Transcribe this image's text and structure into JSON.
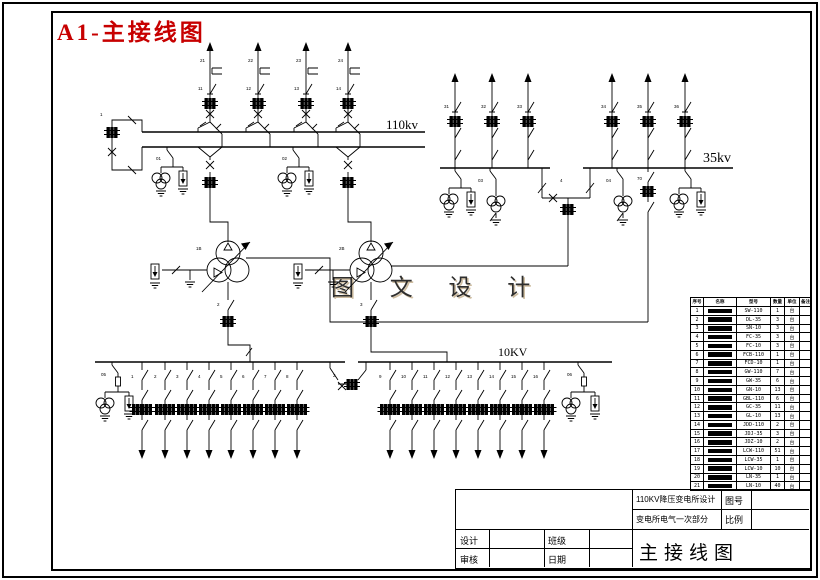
{
  "sheet": {
    "corner_title": "A1-主接线图",
    "watermark": "图 文 设 计"
  },
  "diagram": {
    "bus_110_label": "110kv",
    "bus_35_label": "35kv",
    "bus_10_label": "10KV"
  },
  "title_block": {
    "project_line1": "110KV降压变电所设计",
    "project_line2": "变电所电气一次部分",
    "drawing_no_label": "图号",
    "scale_label": "比例",
    "design_label": "设计",
    "review_label": "审核",
    "class_label": "班级",
    "date_label": "日期",
    "drawing_title": "主接线图",
    "drawing_no_value": "",
    "scale_value": "",
    "design_value": "",
    "review_value": "",
    "class_value": "",
    "date_value": ""
  },
  "equipment_table": {
    "columns": [
      "序号",
      "名称",
      "型号",
      "数量",
      "单位",
      "备注"
    ],
    "rows": [
      {
        "no": "1",
        "model": "SW-110",
        "qty": "1",
        "unit": "台",
        "notes": ""
      },
      {
        "no": "2",
        "model": "DL-35",
        "qty": "3",
        "unit": "台",
        "notes": ""
      },
      {
        "no": "3",
        "model": "SN-10",
        "qty": "3",
        "unit": "台",
        "notes": ""
      },
      {
        "no": "4",
        "model": "FC-35",
        "qty": "3",
        "unit": "台",
        "notes": ""
      },
      {
        "no": "5",
        "model": "FC-10",
        "qty": "3",
        "unit": "台",
        "notes": ""
      },
      {
        "no": "6",
        "model": "FCB-110",
        "qty": "1",
        "unit": "台",
        "notes": ""
      },
      {
        "no": "7",
        "model": "FCD-10",
        "qty": "1",
        "unit": "台",
        "notes": ""
      },
      {
        "no": "8",
        "model": "GW-110",
        "qty": "7",
        "unit": "台",
        "notes": ""
      },
      {
        "no": "9",
        "model": "GW-35",
        "qty": "6",
        "unit": "台",
        "notes": ""
      },
      {
        "no": "10",
        "model": "GN-10",
        "qty": "13",
        "unit": "台",
        "notes": ""
      },
      {
        "no": "11",
        "model": "GBL-110",
        "qty": "6",
        "unit": "台",
        "notes": ""
      },
      {
        "no": "12",
        "model": "GC-35",
        "qty": "11",
        "unit": "台",
        "notes": ""
      },
      {
        "no": "13",
        "model": "GL-10",
        "qty": "13",
        "unit": "台",
        "notes": ""
      },
      {
        "no": "14",
        "model": "JDD-110",
        "qty": "2",
        "unit": "台",
        "notes": ""
      },
      {
        "no": "15",
        "model": "JDJ-35",
        "qty": "3",
        "unit": "台",
        "notes": ""
      },
      {
        "no": "16",
        "model": "JDZ-10",
        "qty": "2",
        "unit": "台",
        "notes": ""
      },
      {
        "no": "17",
        "model": "LCW-110",
        "qty": "51",
        "unit": "台",
        "notes": ""
      },
      {
        "no": "18",
        "model": "LCW-35",
        "qty": "1",
        "unit": "台",
        "notes": ""
      },
      {
        "no": "19",
        "model": "LCW-10",
        "qty": "10",
        "unit": "台",
        "notes": ""
      },
      {
        "no": "20",
        "model": "LN-35",
        "qty": "1",
        "unit": "台",
        "notes": ""
      },
      {
        "no": "21",
        "model": "LN-10",
        "qty": "40",
        "unit": "台",
        "notes": ""
      }
    ]
  }
}
